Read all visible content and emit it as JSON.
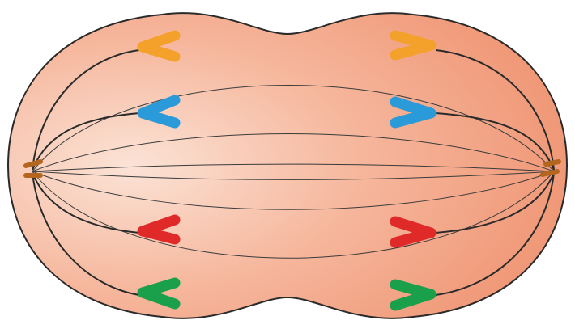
{
  "diagram": {
    "colors": {
      "cell_light": "#fbe3d6",
      "cell_mid": "#f6b79d",
      "cell_dark": "#ee8f6c",
      "outline": "#2a2a2a",
      "spindle": "#3b3b3b",
      "centrosome": "#b4661e",
      "chromosome_orange": "#f4a12c",
      "chromosome_blue": "#2a9ad8",
      "chromosome_red": "#e02a2a",
      "chromosome_green": "#1aa04a"
    },
    "chromosome_pairs": [
      {
        "color": "orange"
      },
      {
        "color": "blue"
      },
      {
        "color": "red"
      },
      {
        "color": "green"
      }
    ]
  }
}
